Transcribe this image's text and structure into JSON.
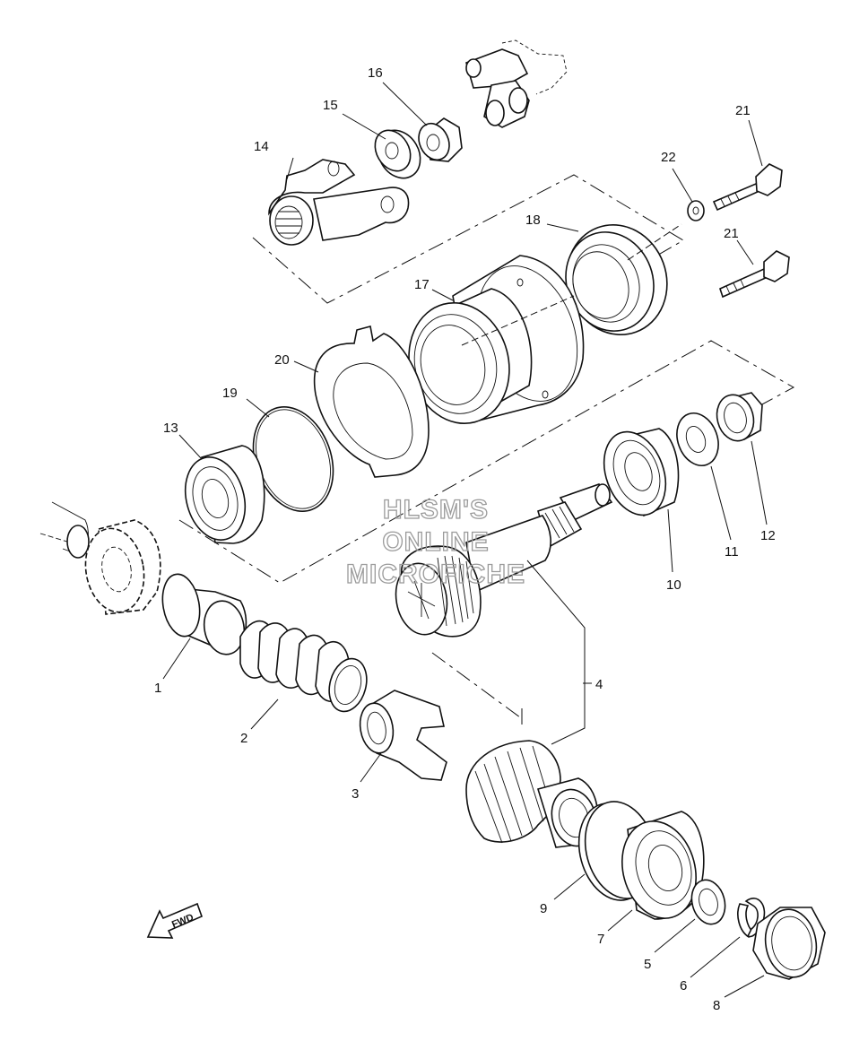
{
  "watermark": {
    "line1": "HLSM'S",
    "line2": "ONLINE",
    "line3": "MICROFICHE"
  },
  "direction_badge": {
    "label": "FWD",
    "icon": "forward-arrow-icon"
  },
  "callouts": [
    {
      "id": "callout-1",
      "number": "1"
    },
    {
      "id": "callout-2",
      "number": "2"
    },
    {
      "id": "callout-3",
      "number": "3"
    },
    {
      "id": "callout-4",
      "number": "4"
    },
    {
      "id": "callout-5",
      "number": "5"
    },
    {
      "id": "callout-6",
      "number": "6"
    },
    {
      "id": "callout-7",
      "number": "7"
    },
    {
      "id": "callout-8",
      "number": "8"
    },
    {
      "id": "callout-9",
      "number": "9"
    },
    {
      "id": "callout-10",
      "number": "10"
    },
    {
      "id": "callout-11",
      "number": "11"
    },
    {
      "id": "callout-12",
      "number": "12"
    },
    {
      "id": "callout-13",
      "number": "13"
    },
    {
      "id": "callout-14",
      "number": "14"
    },
    {
      "id": "callout-15",
      "number": "15"
    },
    {
      "id": "callout-16",
      "number": "16"
    },
    {
      "id": "callout-17",
      "number": "17"
    },
    {
      "id": "callout-18",
      "number": "18"
    },
    {
      "id": "callout-19",
      "number": "19"
    },
    {
      "id": "callout-20",
      "number": "20"
    },
    {
      "id": "callout-21a",
      "number": "21"
    },
    {
      "id": "callout-21b",
      "number": "21"
    },
    {
      "id": "callout-22",
      "number": "22"
    }
  ]
}
